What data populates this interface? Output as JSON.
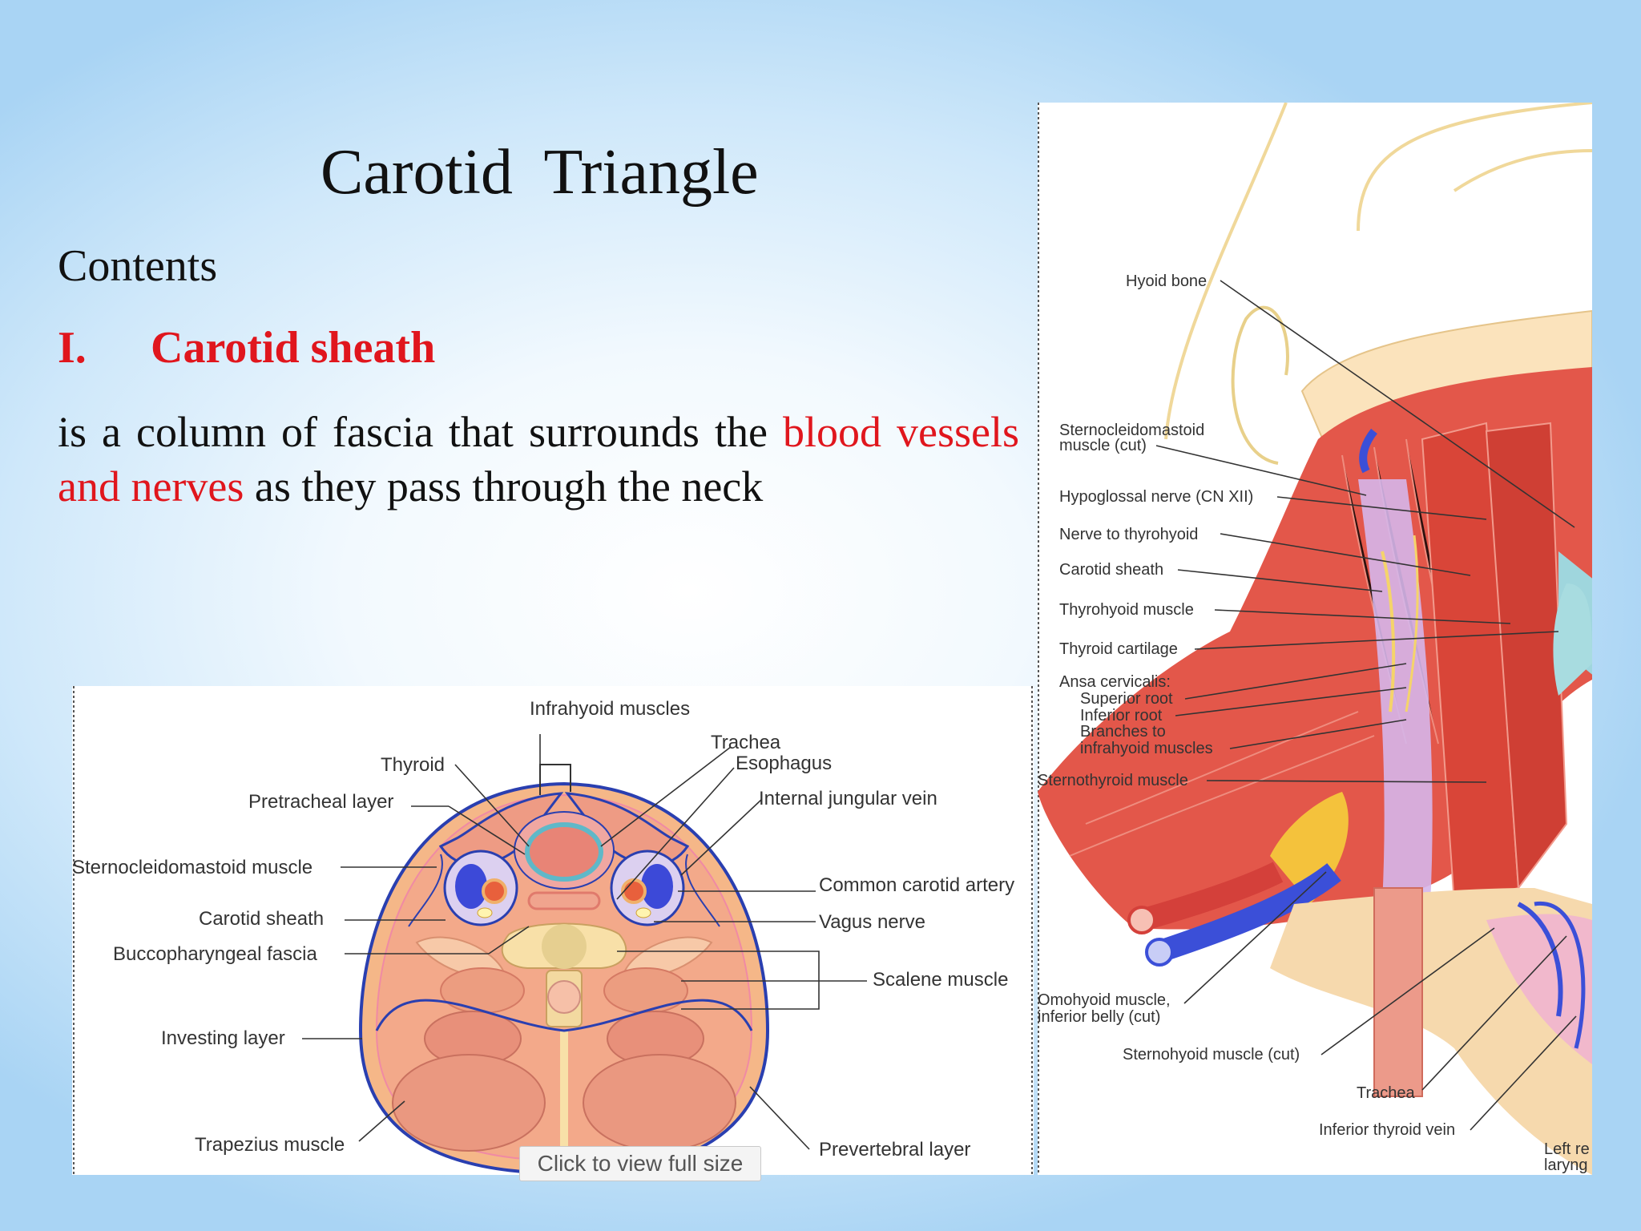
{
  "slide": {
    "title": "Carotid  Triangle",
    "contents_label": "Contents",
    "section_number": "I.",
    "section_title": "Carotid sheath",
    "paragraph": {
      "part1": "is a column of fascia that surrounds the ",
      "highlight": "blood vessels and nerves",
      "part2": " as they pass through the neck"
    }
  },
  "cross_section": {
    "button_label": "Click to view full size",
    "labels": {
      "infrahyoid": "Infrahyoid muscles",
      "trachea": "Trachea",
      "thyroid": "Thyroid",
      "esophagus": "Esophagus",
      "pretracheal": "Pretracheal layer",
      "ijv": "Internal jungular vein",
      "scm": "Sternocleidomastoid muscle",
      "cca": "Common carotid artery",
      "sheath": "Carotid sheath",
      "vagus": "Vagus nerve",
      "bucco": "Buccopharyngeal fascia",
      "scalene": "Scalene muscle",
      "investing": "Investing layer",
      "trapezius": "Trapezius muscle",
      "prevertebral": "Prevertebral layer"
    }
  },
  "lateral_view": {
    "labels": {
      "hyoid": "Hyoid bone",
      "scm1": "Sternocleidomastoid",
      "scm2": "muscle (cut)",
      "hypoglossal": "Hypoglossal nerve (CN XII)",
      "nerve_thyro": "Nerve to thyrohyoid",
      "sheath": "Carotid sheath",
      "thyrohyoid": "Thyrohyoid muscle",
      "thyroid_cart": "Thyroid cartilage",
      "ansa": "Ansa cervicalis:",
      "sup_root": "Superior root",
      "inf_root": "Inferior root",
      "branches1": "Branches to",
      "branches2": "infrahyoid muscles",
      "sternothyroid": "Sternothyroid muscle",
      "omohyoid1": "Omohyoid muscle,",
      "omohyoid2": "inferior belly (cut)",
      "sternohyoid": "Sternohyoid muscle (cut)",
      "trachea": "Trachea",
      "inf_thyroid_vein": "Inferior thyroid vein",
      "left_rec1": "Left re",
      "left_rec2": "laryng"
    }
  }
}
